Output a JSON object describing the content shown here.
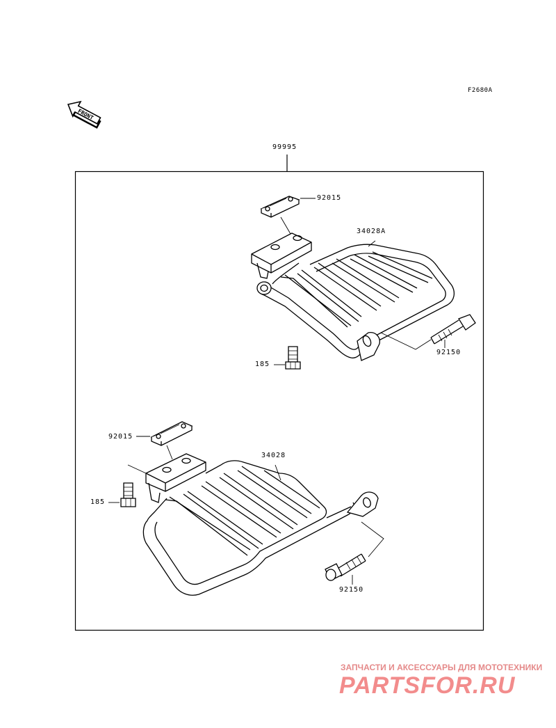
{
  "diagram_code": "F2680A",
  "front_label": "FRONT",
  "kit_part": "99995",
  "upper": {
    "bracket_part": "92015",
    "rack_part": "34028A",
    "bolt_small_part": "185",
    "bolt_long_part": "92150"
  },
  "lower": {
    "bracket_part": "92015",
    "rack_part": "34028",
    "bolt_small_part": "185",
    "bolt_long_part": "92150"
  },
  "watermark": {
    "tagline": "ЗАПЧАСТИ И АКСЕССУАРЫ ДЛЯ МОТОТЕХНИКИ",
    "brand": "PARTSFOR.RU"
  },
  "colors": {
    "line": "#000000",
    "watermark": "#f28c8c"
  }
}
